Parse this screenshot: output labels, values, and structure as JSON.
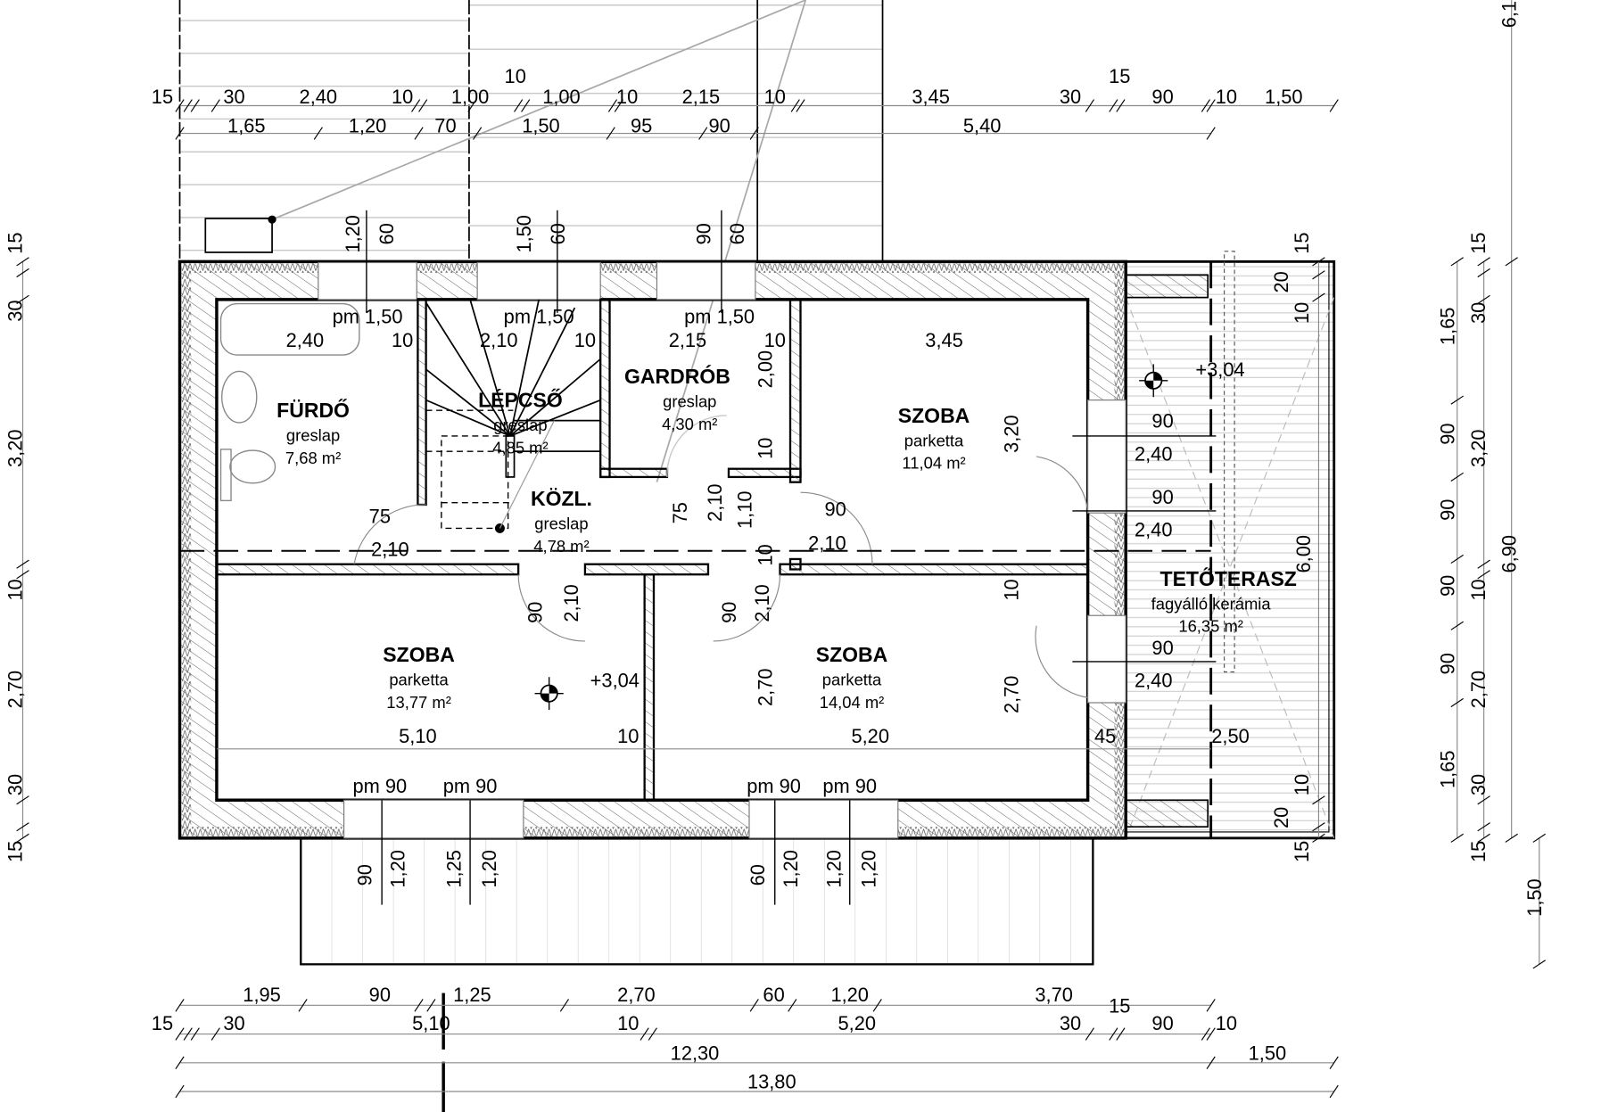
{
  "rooms": [
    {
      "name": "FÜRDŐ",
      "floor": "greslap",
      "area": "7,68 m²"
    },
    {
      "name": "LÉPCSŐ",
      "floor": "greslap",
      "area": "4,85 m²"
    },
    {
      "name": "GARDRÓB",
      "floor": "greslap",
      "area": "4,30 m²"
    },
    {
      "name": "SZOBA",
      "floor": "parketta",
      "area": "11,04 m²"
    },
    {
      "name": "KÖZL.",
      "floor": "greslap",
      "area": "4,78 m²"
    },
    {
      "name": "SZOBA",
      "floor": "parketta",
      "area": "13,77 m²"
    },
    {
      "name": "SZOBA",
      "floor": "parketta",
      "area": "14,04 m²"
    },
    {
      "name": "TETŐTERASZ",
      "floor": "fagyálló kerámia",
      "area": "16,35 m²"
    }
  ],
  "levels": [
    "+3,04",
    "+3,04"
  ],
  "dims": {
    "top1": [
      "15",
      "30",
      "2,40",
      "10",
      "1,00",
      "1,00",
      "10",
      "2,15",
      "10",
      "3,45",
      "30",
      "90",
      "10",
      "1,50"
    ],
    "top_extra": [
      "10",
      "15"
    ],
    "top2": [
      "1,65",
      "1,20",
      "70",
      "1,50",
      "95",
      "90",
      "5,40"
    ],
    "window_top": [
      "1,20",
      "60",
      "1,50",
      "60",
      "90",
      "60"
    ],
    "interior": [
      "pm 1,50",
      "2,40",
      "10",
      "pm 1,50",
      "2,10",
      "10",
      "pm 1,50",
      "2,15",
      "10",
      "3,45",
      "75",
      "2,10",
      "90",
      "2,10",
      "90",
      "2,40",
      "90",
      "2,40",
      "90",
      "2,40",
      "5,10",
      "10",
      "5,20",
      "45",
      "2,50",
      "pm 90",
      "pm 90",
      "pm 90",
      "pm 90"
    ],
    "interior_rot": [
      "2,00",
      "10",
      "3,20",
      "75",
      "2,10",
      "1,10",
      "10",
      "6,00",
      "90",
      "2,10",
      "90",
      "2,10",
      "2,70",
      "2,70",
      "10"
    ],
    "below_rot": [
      "90",
      "1,20",
      "1,25",
      "1,20",
      "60",
      "1,20",
      "1,20",
      "1,20"
    ],
    "terrace_edge": [
      "15",
      "20",
      "10",
      "10",
      "20",
      "15"
    ],
    "left": [
      "15",
      "30",
      "3,20",
      "10",
      "2,70",
      "30",
      "15"
    ],
    "right1": [
      "1,65",
      "90",
      "90",
      "90",
      "90",
      "1,65"
    ],
    "right2": [
      "15",
      "30",
      "3,20",
      "10",
      "2,70",
      "30",
      "15"
    ],
    "right3": [
      "6,1",
      "6,90"
    ],
    "right4": [
      "1,50"
    ],
    "bot1": [
      "1,95",
      "90",
      "1,25",
      "2,70",
      "60",
      "1,20",
      "3,70",
      "15"
    ],
    "bot2": [
      "15",
      "30",
      "5,10",
      "10",
      "5,20",
      "30",
      "90",
      "10"
    ],
    "bot3": [
      "12,30",
      "1,50"
    ],
    "bot4": [
      "13,80"
    ]
  }
}
